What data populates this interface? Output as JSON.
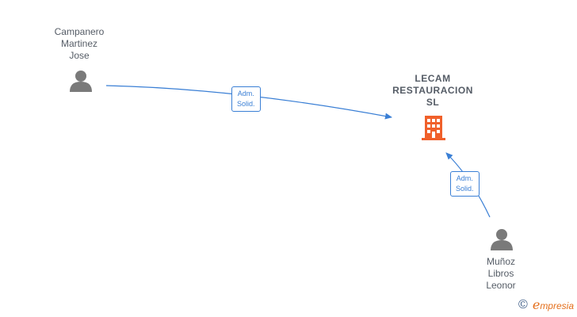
{
  "people": [
    {
      "id": "campanero",
      "name": "Campanero\nMartinez\nJose",
      "icon": "person-icon"
    },
    {
      "id": "munoz",
      "name": "Muñoz\nLibros\nLeonor",
      "icon": "person-icon"
    }
  ],
  "company": {
    "name": "LECAM\nRESTAURACION\nSL",
    "icon": "building-icon"
  },
  "edges": [
    {
      "from": "campanero",
      "to": "company",
      "label": "Adm.\nSolid."
    },
    {
      "from": "munoz",
      "to": "company",
      "label": "Adm.\nSolid."
    }
  ],
  "footer": {
    "copyright_symbol": "©",
    "brand_initial": "e",
    "brand_rest": "mpresia"
  },
  "colors": {
    "edge": "#3a7fd5",
    "person_icon": "#7a7a7a",
    "company_icon": "#f0602a",
    "text": "#555c66"
  }
}
